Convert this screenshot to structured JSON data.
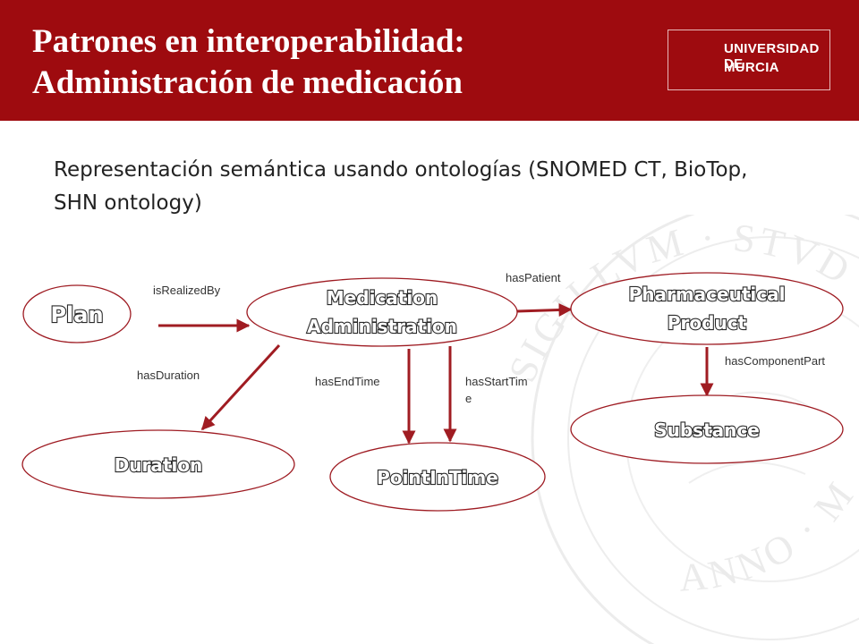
{
  "slide": {
    "title_line1": "Patrones en interoperabilidad:",
    "title_line2": "Administración de medicación",
    "subtitle": "Representación semántica usando ontologías (SNOMED CT, BioTop, SHN ontology)"
  },
  "logo": {
    "line1": "UNIVERSIDAD DE",
    "line2": "MURCIA"
  },
  "seal": {
    "text_top": "SIGILLVM · STVDIORVM",
    "text_bottom": "ANNO · MCCLXX"
  },
  "diagram": {
    "nodes": {
      "plan": "Plan",
      "medication_line1": "Medication",
      "medication_line2": "Administration",
      "pharma_line1": "Pharmaceutical",
      "pharma_line2": "Product",
      "substance": "Substance",
      "duration": "Duration",
      "pointintime": "PointInTime"
    },
    "edges": {
      "isrealizedby": "isRealizedBy",
      "haspatient": "hasPatient",
      "hascomponentpart": "hasComponentPart",
      "hasduration": "hasDuration",
      "hasendtime": "hasEndTime",
      "hasstarttime_line1": "hasStartTim",
      "hasstarttime_line2": "e"
    }
  },
  "colors": {
    "header": "#9e0b0f",
    "node_border": "#9e1b22",
    "arrow": "#a01c22"
  }
}
